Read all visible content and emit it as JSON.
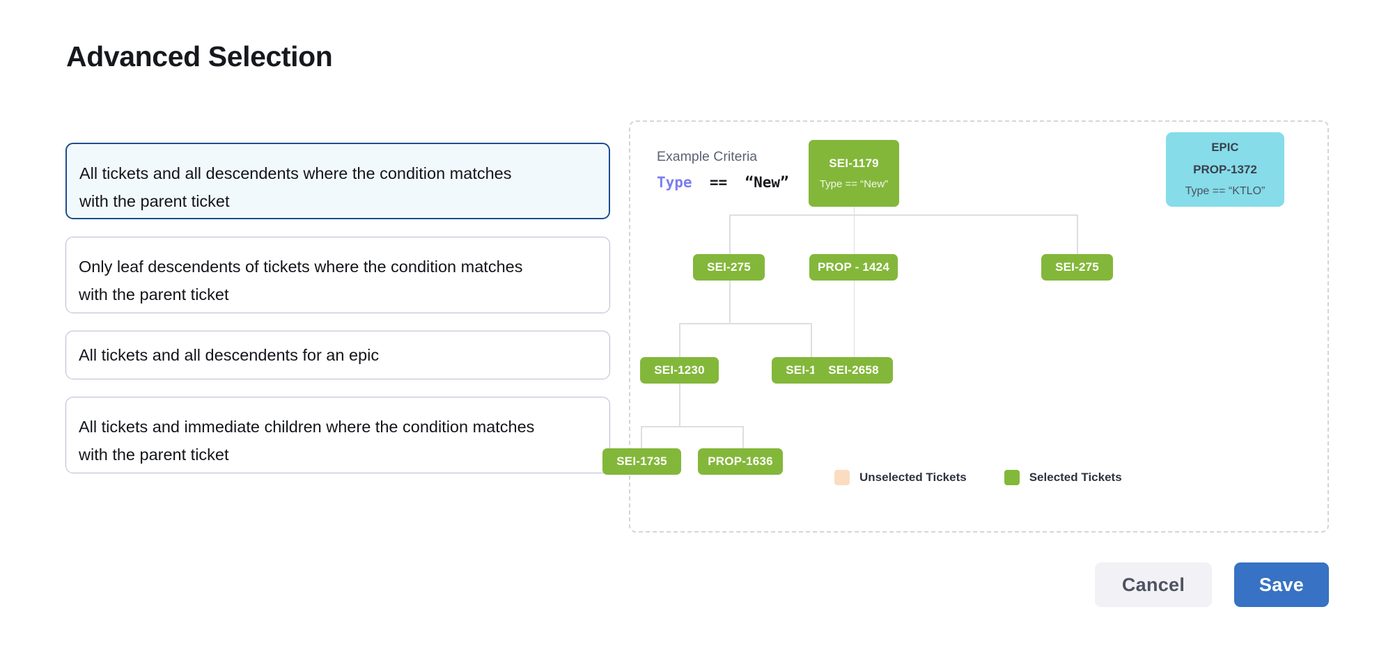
{
  "page": {
    "title": "Advanced Selection"
  },
  "options": [
    {
      "label": "All tickets and all descendents where the condition matches with the parent ticket",
      "selected": true,
      "lines": 2
    },
    {
      "label": "Only leaf descendents of tickets where the condition matches with the parent ticket",
      "selected": false,
      "lines": 2
    },
    {
      "label": "All tickets and all descendents for an epic",
      "selected": false,
      "lines": 1
    },
    {
      "label": "All tickets and immediate children where the condition matches with the parent ticket",
      "selected": false,
      "lines": 2
    }
  ],
  "diagram": {
    "criteria_title": "Example Criteria",
    "criteria_keyword": "Type",
    "criteria_operator": "==",
    "criteria_value": "“New”",
    "nodes": {
      "root": {
        "id": "SEI-1179",
        "sub": "Type == “New”"
      },
      "epic": {
        "kind": "EPIC",
        "id": "PROP-1372",
        "sub": "Type == “KTLO”"
      },
      "r2_left": {
        "id": "SEI-275"
      },
      "r2_mid": {
        "id": "PROP - 1424"
      },
      "r2_right": {
        "id": "SEI-275"
      },
      "r3_left": {
        "id": "SEI-1230"
      },
      "r3_mid": {
        "id": "SEI-1735"
      },
      "r3_right": {
        "id": "SEI-2658"
      },
      "r4_left": {
        "id": "SEI-1735"
      },
      "r4_right": {
        "id": "PROP-1636"
      }
    },
    "legend": [
      {
        "label": "Unselected Tickets",
        "color": "#fbdcc0"
      },
      {
        "label": "Selected Tickets",
        "color": "#82b93a"
      }
    ]
  },
  "footer": {
    "cancel_label": "Cancel",
    "save_label": "Save"
  },
  "colors": {
    "selected_node": "#83b73a",
    "epic_node": "#86dce8",
    "unselected_swatch": "#fbdcc0",
    "selected_card_border": "#1c4e8f",
    "selected_card_bg": "#f2f9fd",
    "save_button": "#3772c4",
    "cancel_button": "#f1f1f6",
    "connector": "#dcdee2",
    "criteria_keyword": "#7b7ef0"
  }
}
